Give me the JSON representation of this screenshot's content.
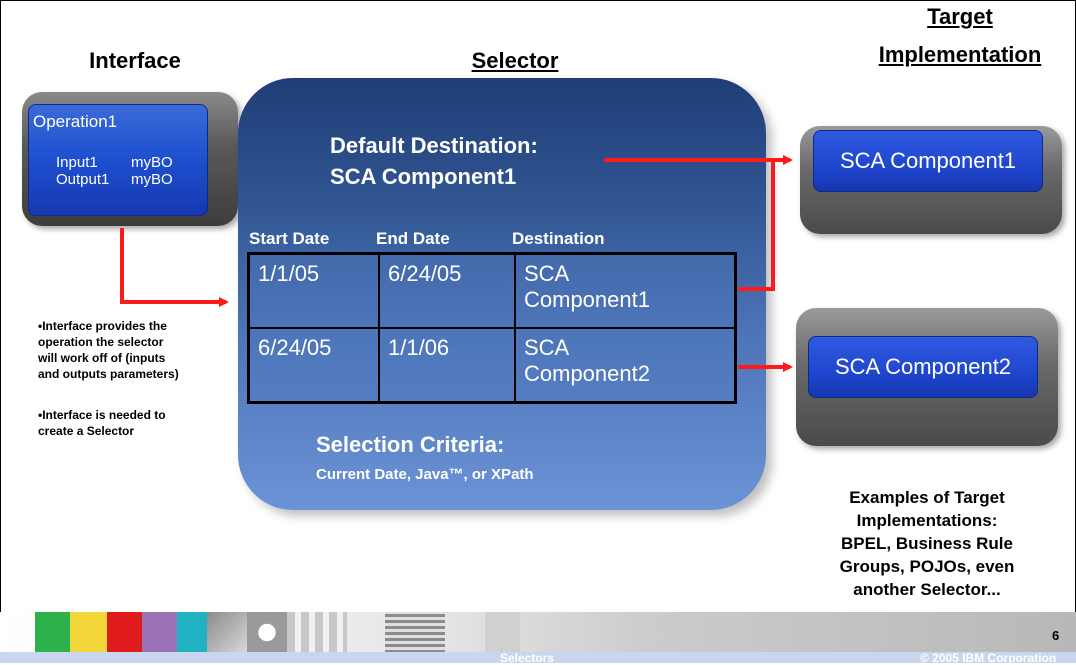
{
  "headings": {
    "interface": "Interface",
    "selector": "Selector",
    "target_line1": "Target",
    "target_line2": "Implementation"
  },
  "interface_box": {
    "operation": "Operation1",
    "input_label": "Input1",
    "input_type": "myBO",
    "output_label": "Output1",
    "output_type": "myBO"
  },
  "selector_box": {
    "default_line1": "Default Destination:",
    "default_line2": "SCA Component1",
    "table_headers": [
      "Start Date",
      "End Date",
      "Destination"
    ],
    "rows": [
      {
        "start": "1/1/05",
        "end": "6/24/05",
        "dest_line1": "SCA",
        "dest_line2": "Component1"
      },
      {
        "start": "6/24/05",
        "end": "1/1/06",
        "dest_line1": "SCA",
        "dest_line2": "Component2"
      }
    ],
    "criteria_title": "Selection Criteria:",
    "criteria_detail": "Current Date, Java™, or XPath"
  },
  "targets": [
    {
      "label": "SCA Component1"
    },
    {
      "label": "SCA Component2"
    }
  ],
  "notes": {
    "note1": [
      "•Interface provides the",
      "operation the selector",
      "will work off of (inputs",
      "and outputs parameters)"
    ],
    "note2": [
      "•Interface is needed to",
      "create a Selector"
    ]
  },
  "examples": [
    "Examples of Target",
    "Implementations:",
    "BPEL, Business Rule",
    "Groups, POJOs, even",
    "another Selector..."
  ],
  "footer": {
    "title": "Selectors",
    "page": "6",
    "copyright": "© 2005 IBM Corporation"
  },
  "colors": {
    "arrow": "#ff1a1a",
    "selector_blue": "#2e528e",
    "component_blue": "#1f46cf"
  }
}
